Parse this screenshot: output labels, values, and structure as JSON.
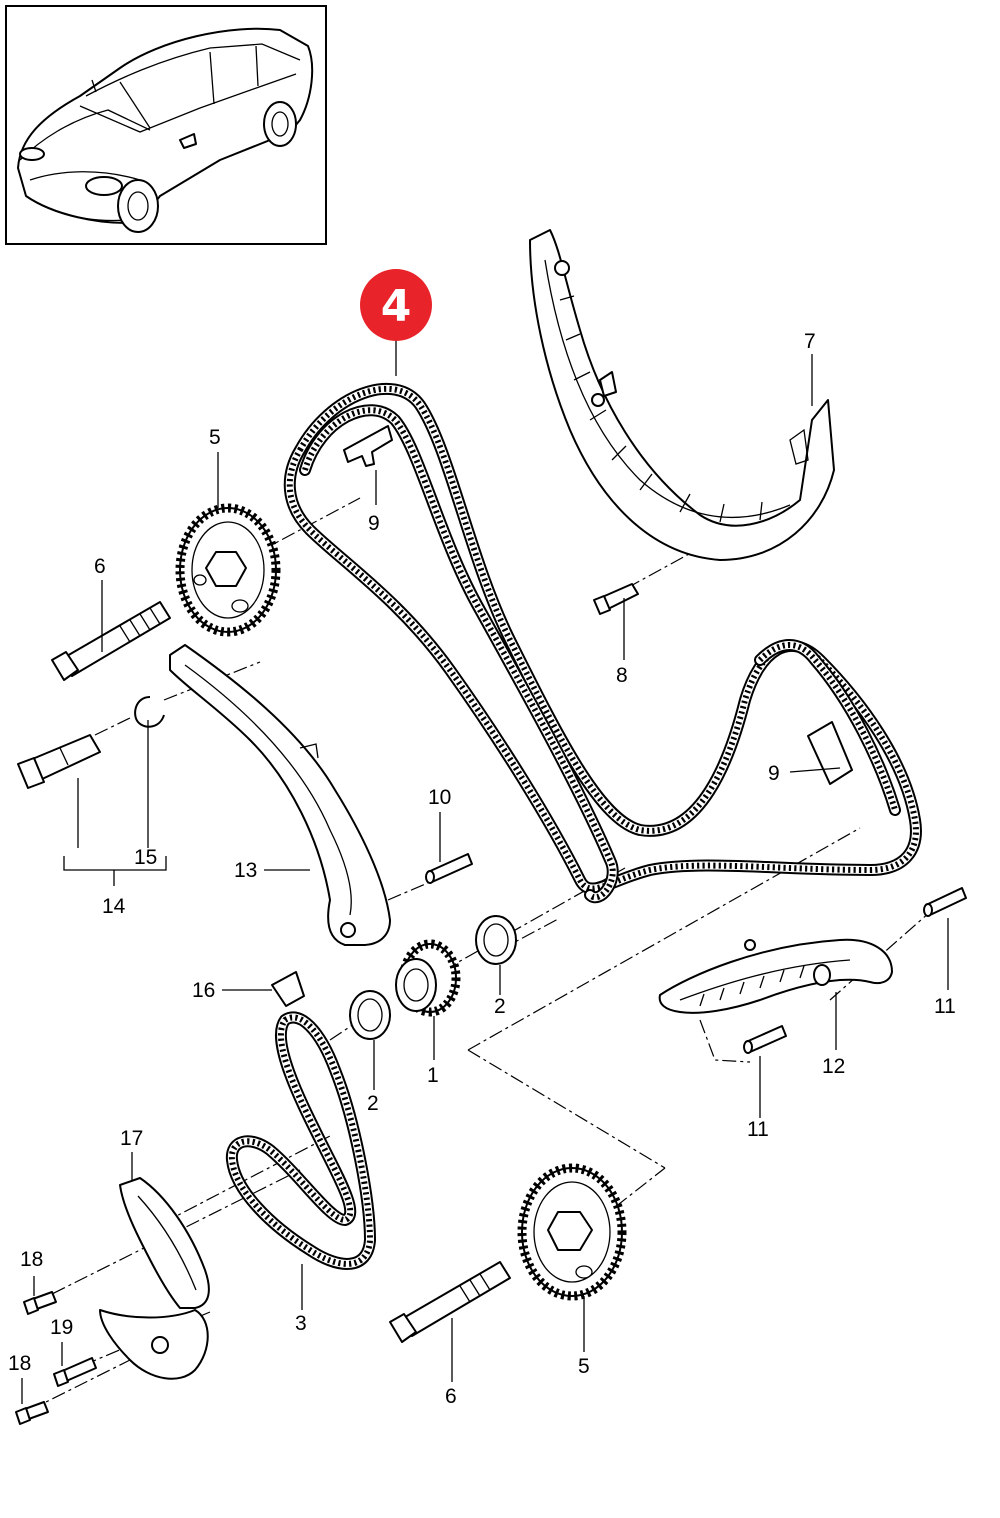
{
  "highlight": {
    "label": "4",
    "color": "#e8232a"
  },
  "labels": {
    "part1": "1",
    "part2a": "2",
    "part2b": "2",
    "part3": "3",
    "part5a": "5",
    "part5b": "5",
    "part6a": "6",
    "part6b": "6",
    "part7": "7",
    "part8": "8",
    "part9a": "9",
    "part9b": "9",
    "part10": "10",
    "part11a": "11",
    "part11b": "11",
    "part12": "12",
    "part13": "13",
    "part14": "14",
    "part15": "15",
    "part16": "16",
    "part17": "17",
    "part18a": "18",
    "part18b": "18",
    "part19": "19"
  },
  "icons": {
    "vehicle": "car-thumbnail-icon"
  }
}
